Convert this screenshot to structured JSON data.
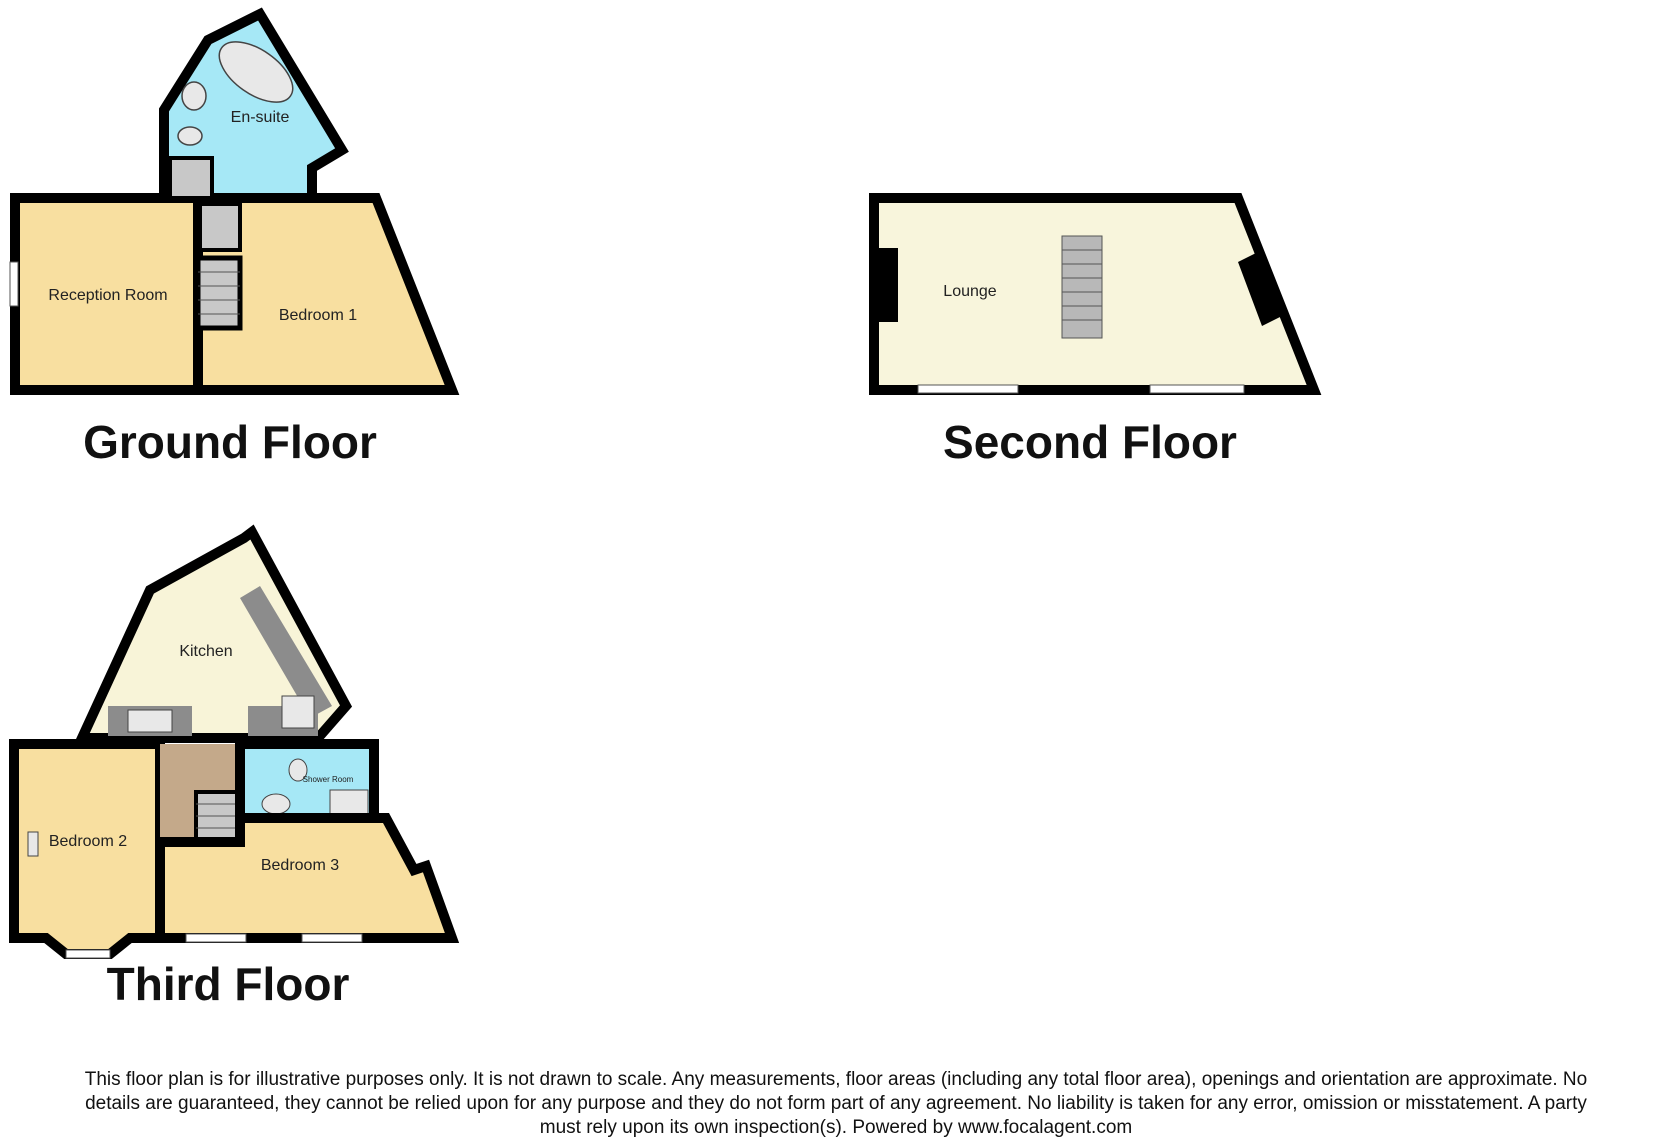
{
  "floors": {
    "ground": {
      "title": "Ground Floor",
      "rooms": {
        "reception": "Reception Room",
        "bedroom1": "Bedroom 1",
        "ensuite": "En-suite"
      }
    },
    "second": {
      "title": "Second Floor",
      "rooms": {
        "lounge": "Lounge"
      }
    },
    "third": {
      "title": "Third Floor",
      "rooms": {
        "kitchen": "Kitchen",
        "shower": "Shower Room",
        "bedroom2": "Bedroom 2",
        "bedroom3": "Bedroom 3"
      }
    }
  },
  "colors": {
    "living": "#f8dfa0",
    "bathroom": "#a6e8f6",
    "kitchen": "#f8f4d8",
    "lounge": "#f8f5dc",
    "stairs": "#c8c8c8",
    "landing": "#c4a98a",
    "wall": "#000000"
  },
  "disclaimer": {
    "line1": "This floor plan is for illustrative purposes only. It is not drawn to scale. Any measurements, floor areas (including any total floor area), openings and orientation are approximate. No",
    "line2": "details are guaranteed, they cannot be relied upon for any purpose and they do not form part of any agreement. No liability is taken for any error, omission or misstatement. A party",
    "line3": "must rely upon its own inspection(s). Powered by www.focalagent.com"
  }
}
